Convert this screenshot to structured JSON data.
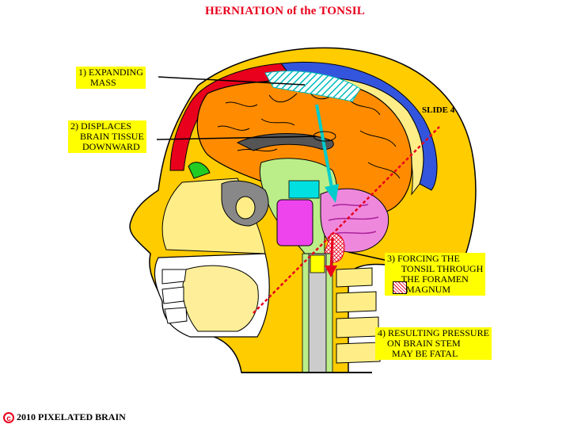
{
  "title": "HERNIATION of the TONSIL",
  "slide_label": "SLIDE 4",
  "labels": {
    "expanding_mass": "1) EXPANDING\n     MASS",
    "displaces": "2) DISPLACES\n    BRAIN TISSUE\n     DOWNWARD",
    "forcing": "3) FORCING THE\n      TONSIL THROUGH\n      THE FORAMEN\n        MAGNUM",
    "pressure": "4) RESULTING PRESSURE\n    ON BRAIN STEM\n      MAY BE FATAL"
  },
  "copyright": "2010  PIXELATED BRAIN",
  "colors": {
    "title": "#e8001c",
    "label_bg": "#ffff00",
    "skin": "#ffcc00",
    "cortex": "#ff8c00",
    "dura_blue": "#3355dd",
    "cyan_arrow": "#00cccc",
    "cerebellum": "#ee88dd",
    "pons": "#ee44ee",
    "red_arrow": "#e8001c"
  }
}
